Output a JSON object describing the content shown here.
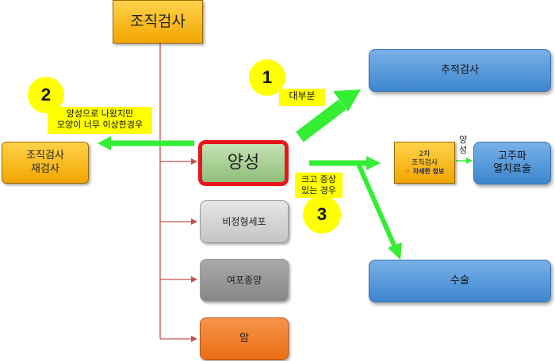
{
  "colors": {
    "trunk": "#c0504d",
    "arrow": "#33ee33",
    "highlight_border": "#e8151b",
    "badge": "#ffff00",
    "note_bg": "#ffff00"
  },
  "nodes": {
    "root": "조직검사",
    "rebiopsy": [
      "조직검사",
      "재검사"
    ],
    "benign": "양성",
    "atypical": "비정형세포",
    "follicular": "여포종양",
    "cancer": "암",
    "followup": "추적검사",
    "second_biopsy": {
      "line1": "2차",
      "line2": "조직검사",
      "link": "자세한 정보"
    },
    "rfa": [
      "고주파",
      "열치료술"
    ],
    "surgery": "수술"
  },
  "badges": {
    "b1": "1",
    "b2": "2",
    "b3": "3"
  },
  "notes": {
    "mostly": "대부분",
    "benign_but_odd": [
      "양성으로 나왔지만",
      "모양이 너무 이상한경우"
    ],
    "large_symptoms": [
      "크고 증상",
      "있는 경우"
    ],
    "benign_vertical": [
      "양",
      "성"
    ]
  },
  "icons": {
    "link_hand": "pointing-hand-icon"
  }
}
